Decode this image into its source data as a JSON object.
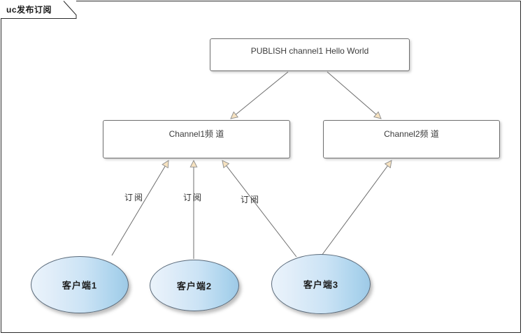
{
  "frame": {
    "title": "uc发布订阅",
    "border_color": "#2b2b2b"
  },
  "diagram": {
    "type": "uml-use-case",
    "boxes": [
      {
        "id": "publish",
        "label": "PUBLISH channel1 Hello World"
      },
      {
        "id": "channel1",
        "label": "Channel1频 道"
      },
      {
        "id": "channel2",
        "label": "Channel2频 道"
      }
    ],
    "actors": [
      {
        "id": "client1",
        "label": "客户端1"
      },
      {
        "id": "client2",
        "label": "客户端2"
      },
      {
        "id": "client3",
        "label": "客户端3"
      }
    ],
    "edge_labels": [
      {
        "id": "sub1",
        "label": "订阅"
      },
      {
        "id": "sub2",
        "label": "订阅"
      },
      {
        "id": "sub3",
        "label": "订阅"
      }
    ],
    "connections": [
      {
        "from": "publish",
        "to": "channel1",
        "label": ""
      },
      {
        "from": "publish",
        "to": "channel2",
        "label": ""
      },
      {
        "from": "client1",
        "to": "channel1",
        "label": "订阅"
      },
      {
        "from": "client2",
        "to": "channel1",
        "label": "订阅"
      },
      {
        "from": "client3",
        "to": "channel1",
        "label": "订阅"
      },
      {
        "from": "client3",
        "to": "channel2",
        "label": ""
      }
    ]
  },
  "colors": {
    "line": "#6e6e6e",
    "arrowhead_fill": "#f6e2c0",
    "arrowhead_stroke": "#8d8d8d",
    "box_border": "#6e6e6e",
    "box_fill": "#ffffff",
    "ellipse_border": "#5a6a7a",
    "ellipse_gradient_start": "#eaf3fb",
    "ellipse_gradient_end": "#9ec9e6",
    "text": "#3b3b3b",
    "canvas": "#ffffff"
  }
}
